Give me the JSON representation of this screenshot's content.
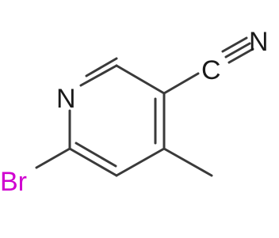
{
  "molecule": {
    "atoms": {
      "nitrogen_ring": "N",
      "carbon_nitrile": "C",
      "nitrogen_nitrile": "N",
      "bromine": "Br"
    },
    "colors": {
      "bond": "#3a3a3a",
      "nitrogen": "#1a1a1a",
      "carbon": "#1a1a1a",
      "bromine": "#d000d0"
    }
  }
}
